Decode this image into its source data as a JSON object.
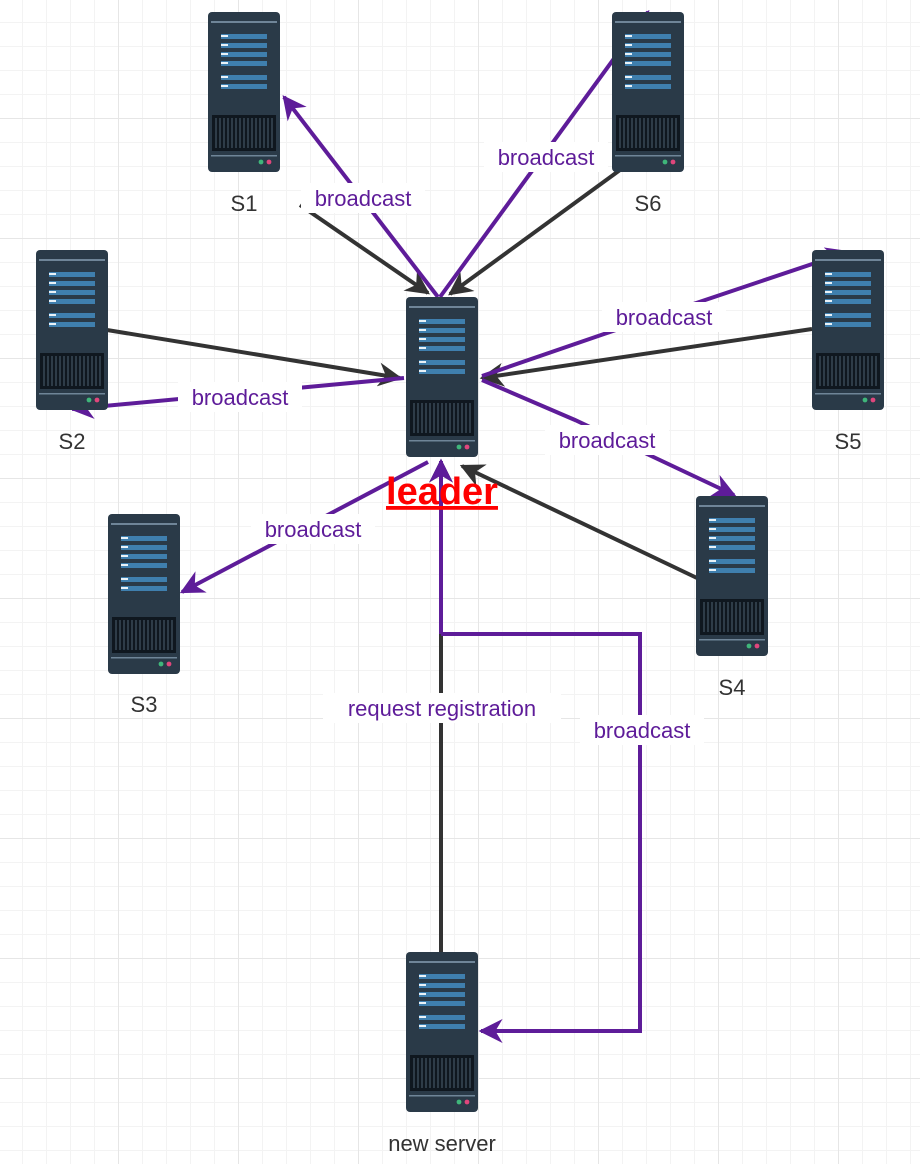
{
  "colors": {
    "broadcast": "#5e1c99",
    "link": "#333333",
    "leader_text": "#ff0000",
    "server_body": "#2a3a48",
    "server_slot": "#3f7fae"
  },
  "icons": {
    "server": "server-icon"
  },
  "nodes": {
    "leader": "leader",
    "s1": "S1",
    "s2": "S2",
    "s3": "S3",
    "s4": "S4",
    "s5": "S5",
    "s6": "S6",
    "new_server": "new server"
  },
  "edges": {
    "broadcast": "broadcast",
    "request_registration": "request registration"
  }
}
